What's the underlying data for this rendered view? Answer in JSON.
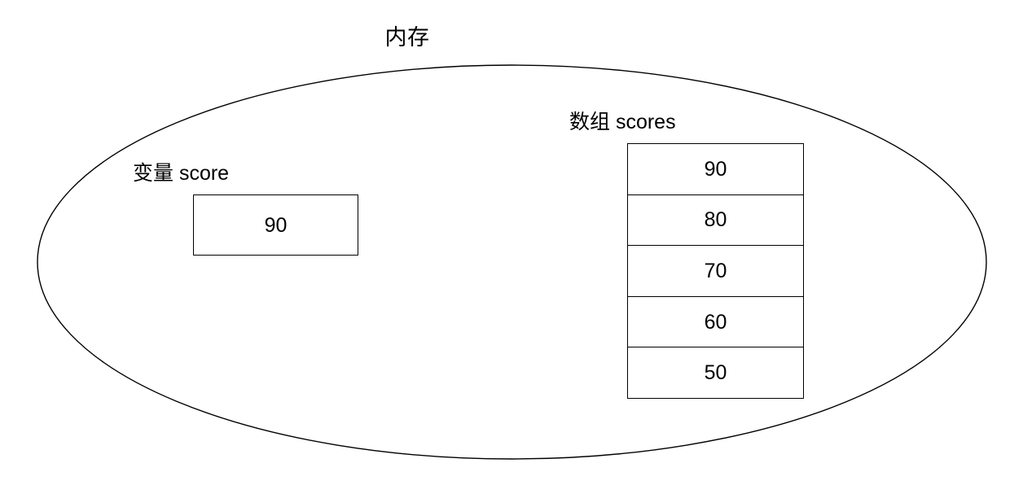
{
  "diagram": {
    "title": "内存",
    "memory_region_shape": "ellipse",
    "stroke_color": "#000000",
    "background_color": "#ffffff"
  },
  "variable": {
    "label": "变量 score",
    "value": "90"
  },
  "array": {
    "label": "数组 scores",
    "cells": [
      {
        "value": "90"
      },
      {
        "value": "80"
      },
      {
        "value": "70"
      },
      {
        "value": "60"
      },
      {
        "value": "50"
      }
    ]
  }
}
